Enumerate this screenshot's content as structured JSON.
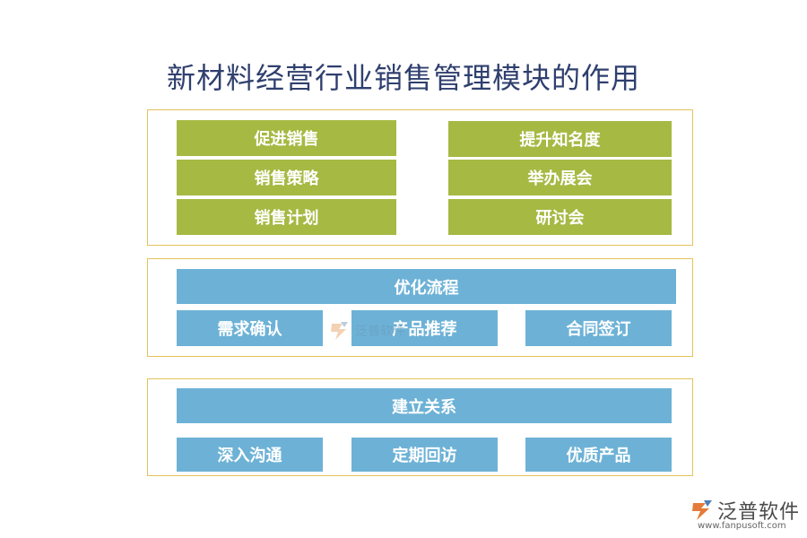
{
  "title": "新材料经营行业销售管理模块的作用",
  "sections": [
    {
      "left_items": [
        "促进销售",
        "销售策略",
        "销售计划"
      ],
      "right_items": [
        "提升知名度",
        "举办展会",
        "研讨会"
      ]
    },
    {
      "header": "优化流程",
      "items": [
        "需求确认",
        "产品推荐",
        "合同签订"
      ]
    },
    {
      "header": "建立关系",
      "items": [
        "深入沟通",
        "定期回访",
        "优质产品"
      ]
    }
  ],
  "watermark": {
    "text": "泛普软件",
    "icon": "fanpu-logo-icon"
  },
  "brand": {
    "name": "泛普软件",
    "url": "www.fanpusoft.com",
    "icon": "fanpu-logo-icon"
  },
  "colors": {
    "green": "#a6b943",
    "blue": "#6db2d6",
    "border": "#e3c25b",
    "title": "#2f3f6e"
  }
}
